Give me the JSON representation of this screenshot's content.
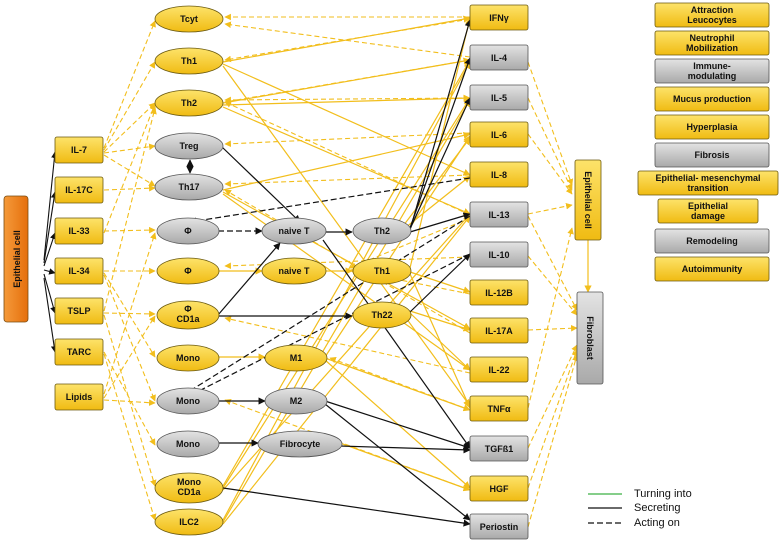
{
  "colors": {
    "yellow": "#f5c518",
    "gray": "#bfbfbf",
    "orange": "#ef7d1a",
    "edge_yellow": "#f2be1c",
    "edge_black": "#111111",
    "legend_green": "#3cb043"
  },
  "nodes": {
    "epithelial_cell_left": "Epithelial cell",
    "il7": "IL-7",
    "il17c": "IL-17C",
    "il33": "IL-33",
    "il34": "IL-34",
    "tslp": "TSLP",
    "tarc": "TARC",
    "lipids": "Lipids",
    "tcyt": "Tcyt",
    "th1_top": "Th1",
    "th2_top": "Th2",
    "treg": "Treg",
    "th17": "Th17",
    "phi_gray": "Φ",
    "phi_yellow": "Φ",
    "phi_cd1a_1": "Φ",
    "phi_cd1a_2": "CD1a",
    "mono_y": "Mono",
    "mono_g1": "Mono",
    "mono_g2": "Mono",
    "mono_cd1a_1": "Mono",
    "mono_cd1a_2": "CD1a",
    "ilc2": "ILC2",
    "naive_t_gray": "naive T",
    "naive_t_yellow": "naive T",
    "m1": "M1",
    "m2": "M2",
    "fibrocyte": "Fibrocyte",
    "th2_mid": "Th2",
    "th1_mid": "Th1",
    "th22": "Th22",
    "ifng": "IFNγ",
    "il4": "IL-4",
    "il5": "IL-5",
    "il6": "IL-6",
    "il8": "IL-8",
    "il13": "IL-13",
    "il10": "IL-10",
    "il12b": "IL-12B",
    "il17a": "IL-17A",
    "il22": "IL-22",
    "tnfa": "TNFα",
    "tgfb1": "TGFß1",
    "hgf": "HGF",
    "periostin": "Periostin",
    "epithelial_cell_right": "Epithelial cell",
    "fibroblast": "Fibroblast"
  },
  "effects": {
    "attraction_1": "Attraction",
    "attraction_2": "Leucocytes",
    "neutrophil_1": "Neutrophil",
    "neutrophil_2": "Mobilization",
    "immune_1": "Immune-",
    "immune_2": "modulating",
    "mucus": "Mucus production",
    "hyperplasia": "Hyperplasia",
    "fibrosis": "Fibrosis",
    "emt_1": "Epithelial- mesenchymal",
    "emt_2": "transition",
    "damage_1": "Epithelial",
    "damage_2": "damage",
    "remodeling": "Remodeling",
    "autoimmunity": "Autoimmunity"
  },
  "legend": {
    "turning_into": "Turning into",
    "secreting": "Secreting",
    "acting_on": "Acting on"
  }
}
